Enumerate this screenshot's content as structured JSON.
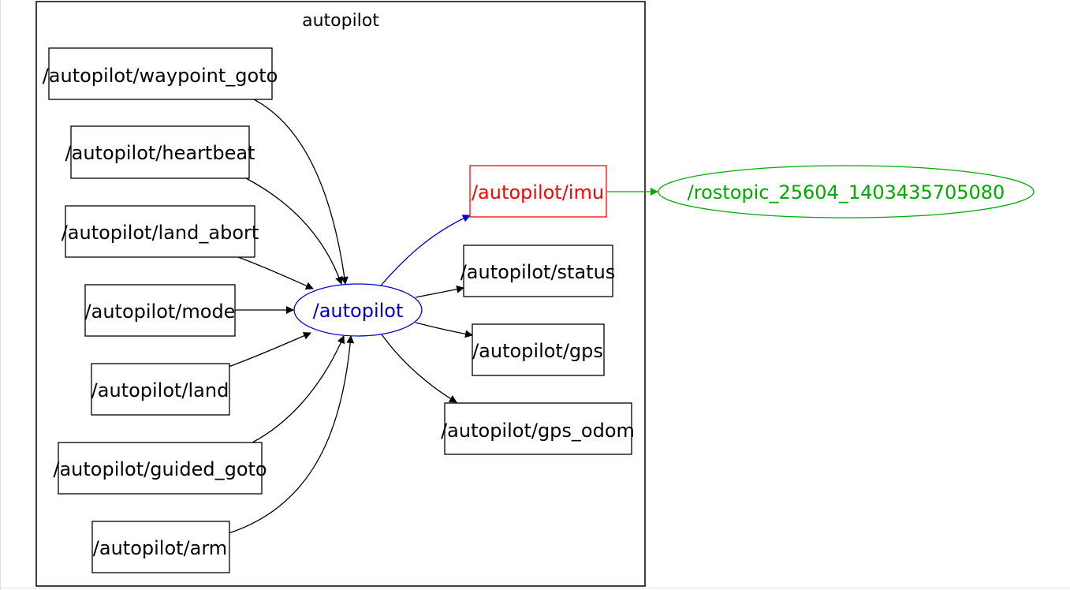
{
  "cluster": {
    "label": "autopilot"
  },
  "center_node": {
    "label": "/autopilot",
    "color": "#0000cc"
  },
  "input_topics": [
    {
      "label": "/autopilot/waypoint_goto"
    },
    {
      "label": "/autopilot/heartbeat"
    },
    {
      "label": "/autopilot/land_abort"
    },
    {
      "label": "/autopilot/mode"
    },
    {
      "label": "/autopilot/land"
    },
    {
      "label": "/autopilot/guided_goto"
    },
    {
      "label": "/autopilot/arm"
    }
  ],
  "output_topics": [
    {
      "label": "/autopilot/imu",
      "color": "#ff0000"
    },
    {
      "label": "/autopilot/status"
    },
    {
      "label": "/autopilot/gps"
    },
    {
      "label": "/autopilot/gps_odom"
    }
  ],
  "external_node": {
    "label": "/rostopic_25604_1403435705080",
    "color": "#00aa00"
  },
  "colors": {
    "default": "#000000",
    "highlight_edge": "#0000cc",
    "imu": "#ff0000",
    "external": "#00aa00"
  }
}
